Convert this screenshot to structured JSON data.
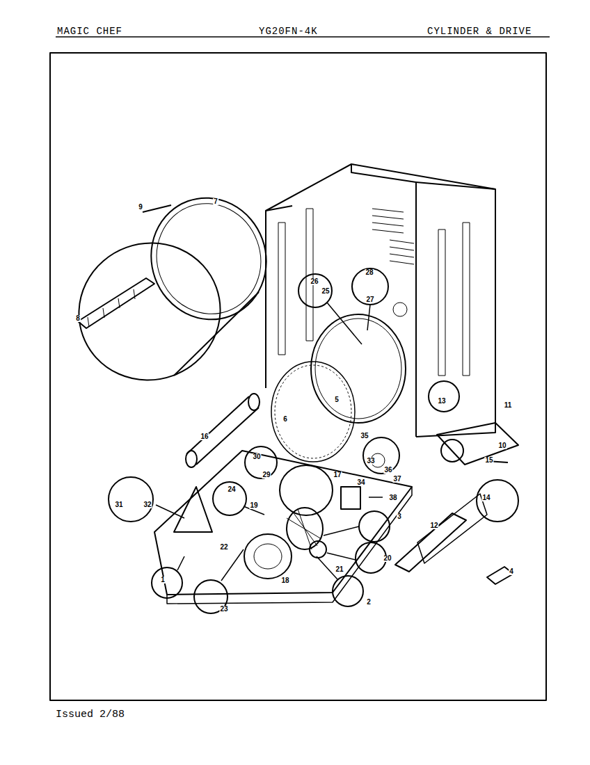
{
  "diagram": {
    "labels": [
      "MAGIC CHEF",
      "YG20FN-4K",
      "CYLINDER & DRIVE",
      "9",
      "7",
      "8",
      "26",
      "25",
      "28",
      "27",
      "5",
      "6",
      "13",
      "11",
      "10",
      "15",
      "16",
      "30",
      "29",
      "17",
      "35",
      "33",
      "36",
      "37",
      "34",
      "38",
      "3",
      "14",
      "12",
      "4",
      "31",
      "32",
      "24",
      "19",
      "22",
      "18",
      "20",
      "21",
      "2",
      "1",
      "23",
      "Issued 2/88"
    ]
  }
}
